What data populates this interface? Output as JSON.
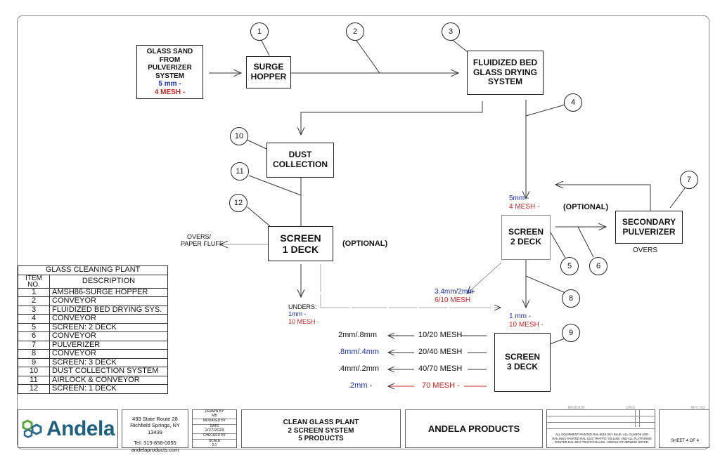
{
  "boxes": {
    "source": {
      "line1": "GLASS SAND",
      "line2": "FROM PULVERIZER",
      "line3": "SYSTEM",
      "size_mm": "5 mm -",
      "size_mesh": "4 MESH -"
    },
    "surge_hopper": {
      "line1": "SURGE",
      "line2": "HOPPER"
    },
    "fluidized_bed": {
      "line1": "FLUIDIZED BED",
      "line2": "GLASS DRYING",
      "line3": "SYSTEM"
    },
    "dust_collection": {
      "line1": "DUST",
      "line2": "COLLECTION"
    },
    "screen_1deck": {
      "line1": "SCREEN",
      "line2": "1 DECK"
    },
    "screen_2deck": {
      "line1": "SCREEN",
      "line2": "2 DECK"
    },
    "secondary_pulverizer": {
      "line1": "SECONDARY",
      "line2": "PULVERIZER"
    },
    "screen_3deck": {
      "line1": "SCREEN",
      "line2": "3 DECK"
    }
  },
  "callouts": [
    "1",
    "2",
    "3",
    "4",
    "5",
    "6",
    "7",
    "8",
    "9",
    "10",
    "11",
    "12"
  ],
  "labels": {
    "optional_1": "(OPTIONAL)",
    "optional_2": "(OPTIONAL)",
    "overs_paper_1": "OVERS/",
    "overs_paper_2": "PAPER FLUFF",
    "overs": "OVERS",
    "unders_title": "UNDERS:",
    "unders_mm": "1mm -",
    "unders_mesh": "10 MESH -",
    "s2_in_mm": "5mm -",
    "s2_in_mesh": "4 MESH -",
    "s2_side_mm": "3.4mm/2mm",
    "s2_side_mesh": "6/10 MESH",
    "s3_in_mm": "1 mm -",
    "s3_in_mesh": "10 MESH -"
  },
  "products": [
    {
      "mm": "2mm/.8mm",
      "mesh": "10/20 MESH",
      "mm_color": "#111111",
      "mesh_color": "#111111"
    },
    {
      "mm": ".8mm/.4mm",
      "mesh": "20/40 MESH",
      "mm_color": "#1a2fb8",
      "mesh_color": "#111111"
    },
    {
      "mm": ".4mm/.2mm",
      "mesh": "40/70 MESH",
      "mm_color": "#111111",
      "mesh_color": "#111111"
    },
    {
      "mm": ".2mm -",
      "mesh": "70 MESH -",
      "mm_color": "#1a2fb8",
      "mesh_color": "#d42020"
    }
  ],
  "bom": {
    "title": "GLASS CLEANING PLANT",
    "col_item": "ITEM NO.",
    "col_desc": "DESCRIPTION",
    "rows": [
      {
        "no": "1",
        "desc": "AMSH86-SURGE HOPPER"
      },
      {
        "no": "2",
        "desc": "CONVEYOR"
      },
      {
        "no": "3",
        "desc": "FLUIDIZED BED DRYING SYS."
      },
      {
        "no": "4",
        "desc": "CONVEYOR"
      },
      {
        "no": "5",
        "desc": "SCREEN: 2 DECK"
      },
      {
        "no": "6",
        "desc": "CONVEYOR"
      },
      {
        "no": "7",
        "desc": "PULVERIZER"
      },
      {
        "no": "8",
        "desc": "CONVEYOR"
      },
      {
        "no": "9",
        "desc": "SCREEN: 3 DECK"
      },
      {
        "no": "10",
        "desc": "DUST COLLECTION SYSTEM"
      },
      {
        "no": "11",
        "desc": "AIRLOCK & CONVEYOR"
      },
      {
        "no": "12",
        "desc": "SCREEN: 1 DECK"
      }
    ]
  },
  "title_block": {
    "logo_text": "Andela",
    "address1": "493 State Route 28",
    "address2": "Richfield Springs, NY 13439",
    "tel": "Tel: 315-858-0055",
    "web": "andelaproducts.com",
    "drawn_by_label": "DRAWN BY",
    "drawn_by": "MB",
    "modified_by_label": "MODIFIED BY",
    "date_label": "DATE",
    "date": "2/27/2023",
    "checked_by_label": "CHECKED BY",
    "scale_label": "SCALE",
    "scale": "2:1",
    "drawing_title1": "CLEAN GLASS PLANT",
    "drawing_title2": "2 SCREEN SYSTEM",
    "drawing_title3": "5 PRODUCTS",
    "company": "ANDELA PRODUCTS",
    "rev_header_desc": "REVISION",
    "rev_header_date": "DATE",
    "rev_header_no": "REV. NO.",
    "paint_note": "ALL EQUIPMENT PAINTED RAL-5015 SKY BLUE. ALL GUARDS AND RAILINGS PAINTED RAL-1023 TRAFFIC YELLOW. AND ALL PLATFORMS PAINTED RAL-9017 TRAFFIC BLACK. UNLESS OTHERWISE NOTED.",
    "sheet": "SHEET 4 OF 4"
  },
  "colors": {
    "blue": "#1a2fb8",
    "red": "#d42020",
    "logo_teal": "#2c6b8f",
    "logo_green": "#5aa83c"
  }
}
